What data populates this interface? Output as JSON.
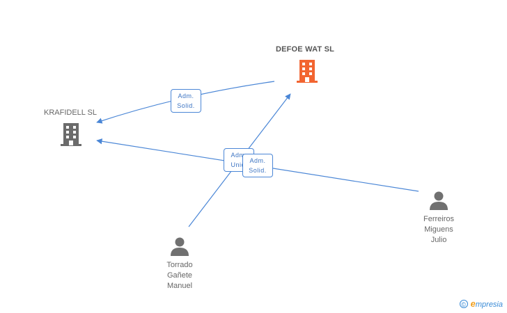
{
  "companies": {
    "defoe": {
      "name": "DEFOE WAT SL",
      "color": "#f26531",
      "icon": "building-icon"
    },
    "krafidell": {
      "name": "KRAFIDELL  SL",
      "color": "#6b6b6b",
      "icon": "building-icon"
    }
  },
  "people": {
    "torrado": {
      "line1": "Torrado",
      "line2": "Gañete",
      "line3": "Manuel",
      "icon": "person-icon"
    },
    "ferreiros": {
      "line1": "Ferreiros",
      "line2": "Miguens",
      "line3": "Julio",
      "icon": "person-icon"
    }
  },
  "edges": {
    "defoe_krafidell": {
      "line1": "Adm.",
      "line2": "Solid."
    },
    "torrado_defoe": {
      "line1": "Adm.",
      "line2": "Unic."
    },
    "ferreiros_krafidell": {
      "line1": "Adm.",
      "line2": "Solid."
    }
  },
  "colors": {
    "edge": "#4a86d6",
    "person": "#707070"
  },
  "watermark": {
    "copyright": "©",
    "brand_initial": "e",
    "brand_rest": "mpresia"
  }
}
